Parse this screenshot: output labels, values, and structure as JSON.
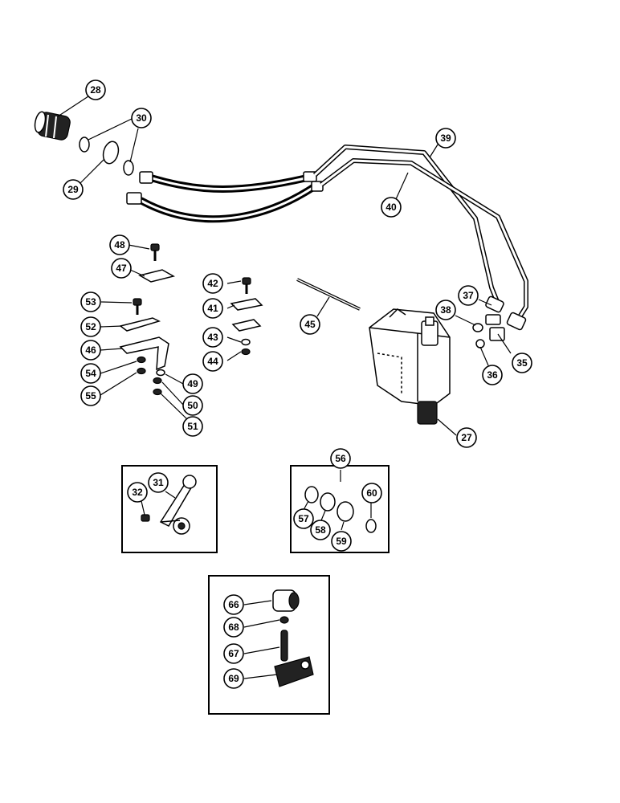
{
  "callouts": {
    "c28": "28",
    "c29": "29",
    "c30": "30",
    "c39": "39",
    "c40": "40",
    "c48": "48",
    "c47": "47",
    "c53": "53",
    "c52": "52",
    "c46": "46",
    "c54": "54",
    "c55": "55",
    "c49": "49",
    "c50": "50",
    "c51": "51",
    "c42": "42",
    "c41": "41",
    "c43": "43",
    "c44": "44",
    "c45": "45",
    "c37": "37",
    "c38": "38",
    "c35": "35",
    "c36": "36",
    "c27": "27",
    "c31": "31",
    "c32": "32",
    "c56": "56",
    "c57": "57",
    "c58": "58",
    "c59": "59",
    "c60": "60",
    "c66": "66",
    "c68": "68",
    "c67": "67",
    "c69": "69"
  }
}
